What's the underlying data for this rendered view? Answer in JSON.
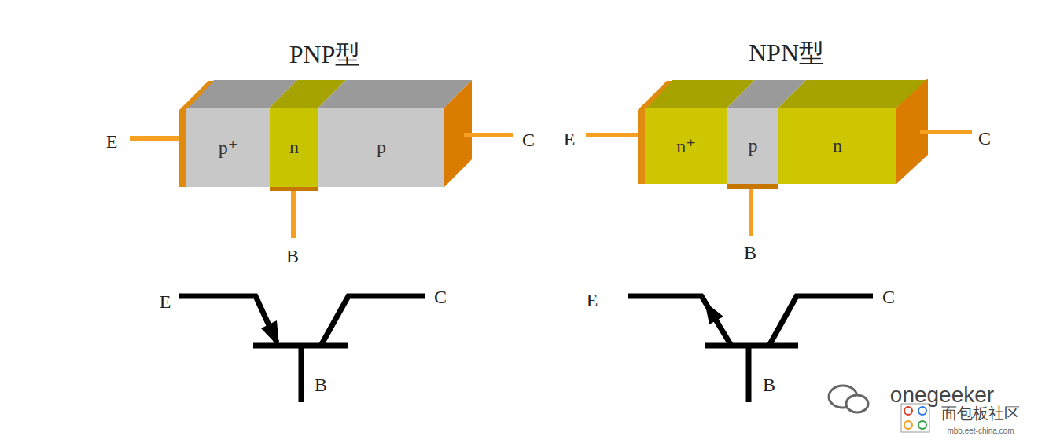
{
  "diagram": {
    "nodes": [
      {
        "text": [
          "p⁺"
        ]
      },
      {
        "text": [
          "n"
        ]
      },
      {
        "text": [
          "p"
        ]
      },
      {
        "text": [
          "n⁺"
        ]
      },
      {
        "text": [
          "p"
        ]
      },
      {
        "text": [
          "n"
        ]
      }
    ],
    "labels": [
      "PNP型",
      "NPN型",
      "E",
      "C",
      "B",
      "E",
      "C",
      "B",
      "E",
      "C",
      "B",
      "E",
      "C",
      "B",
      "onegeeker",
      "面包板社区",
      "mbb.eet-china.com"
    ]
  }
}
